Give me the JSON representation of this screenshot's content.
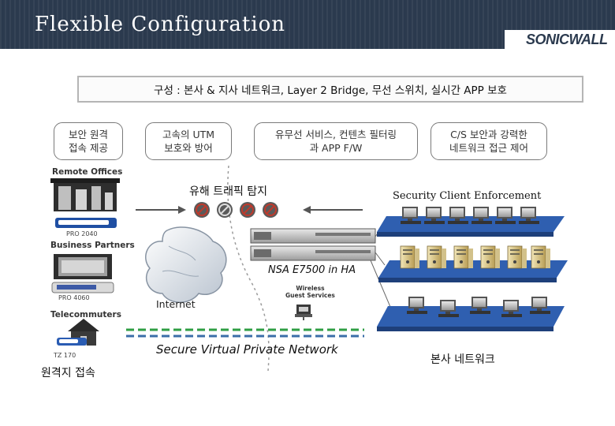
{
  "header": {
    "title": "Flexible Configuration",
    "logo": "SONICWALL"
  },
  "banner": "구성 : 본사 & 지사 네트워크, Layer 2 Bridge, 무선 스위치, 실시간 APP 보호",
  "features": [
    "보안 원격\n접속 제공",
    "고속의 UTM\n보호와 방어",
    "유무선 서비스, 컨텐츠 필터링\n과 APP F/W",
    "C/S 보안과 강력한\n네트워크 접근 제어"
  ],
  "remote": {
    "remote_offices": "Remote Offices",
    "pro2040": "PRO 2040",
    "business_partners": "Business Partners",
    "pro4060": "PRO 4060",
    "telecommuters": "Telecommuters",
    "tz170": "TZ 170",
    "caption": "원격지 접속"
  },
  "center": {
    "malicious": "유해 트래픽 탐지",
    "nsa": "NSA E7500 in HA",
    "wireless": "Wireless\nGuest Services",
    "internet": "Internet",
    "vpn": "Secure Virtual Private Network"
  },
  "hq": {
    "enforcement": "Security Client Enforcement",
    "caption": "본사 네트워크"
  },
  "colors": {
    "header": "#2b3a4e",
    "vpn_green": "#2f9e44",
    "vpn_blue": "#3b6ea8",
    "platform": "#2f5fb0",
    "deny": "#c0392b"
  }
}
